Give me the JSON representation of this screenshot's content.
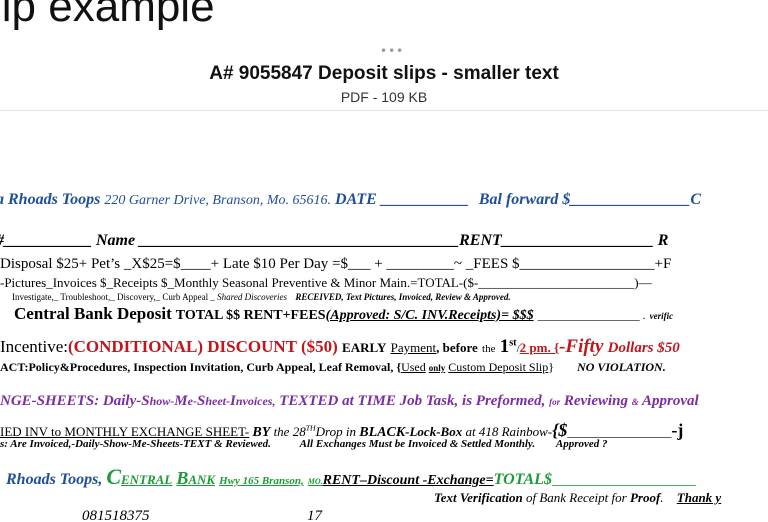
{
  "viewer": {
    "background_title": "lip example",
    "more_dots": "•••",
    "document_title": "A# 9055847 Deposit slips - smaller text",
    "document_meta": "PDF - 109 KB"
  },
  "doc": {
    "line1": {
      "name": "a Rhoads Toops",
      "address": "220 Garner Drive, Branson, Mo. 65616.",
      "date_label": "DATE ___________",
      "bal_label": "Bal forward $_______________C"
    },
    "line2": {
      "a": "#___________ Name ________________________________________",
      "b": "RENT",
      "c": "___________________ R"
    },
    "line3": "Disposal $25+ Pet’s _X$25=$____+ Late $10 Per Day =$___ +  _________~ _FEES $__________________+F",
    "line4": "-Pictures_Invoices $_Receipts $_Monthly Seasonal Preventive & Minor Main.=TOTAL-($-________________________)—",
    "line5": {
      "a": "Investigate,_ Troubleshoot,_ Discovery,_ Curb Appeal _",
      "b": "Shared Discoveries",
      "c": "RECEIVED, Text Pictures, Invoiced, Review & Approved."
    },
    "line6": {
      "a": "Central Bank Deposit",
      "b": "TOTAL $$ RENT+FEES",
      "c": "(Approved: S/C. INV.Receipts)= $$$",
      "d": "_________________ .",
      "e": "verific"
    },
    "line7": {
      "a": "Incentive:",
      "b": "(CONDITIONAL) DISCOUNT ($50)",
      "c": "EARLY",
      "d": "Payment",
      "e": ", before",
      "f": "the",
      "g": "1",
      "h": "st",
      "i": "/",
      "j": "2 pm. {",
      "k": "-Fifty",
      "l": "Dollars $50"
    },
    "line8": {
      "a": "ACT:Policy&Procedures,  Inspection Invitation,  Curb Appeal,  Leaf Removal, {",
      "b": "Used",
      "c": "only",
      "d": "Custom Deposit Slip",
      "e": "}",
      "f": "NO VIOLATION."
    },
    "line9": {
      "a": "NGE-SHEETS: Daily-",
      "b": "S",
      "c": "how-",
      "d": "M",
      "e": "e-",
      "f": "S",
      "g": "heet-",
      "h": "I",
      "i": "nvoices,",
      "j": "TEXTED at TIME Job Task, is Preformed,",
      "k": "for",
      "l": "Reviewing",
      "m": "&",
      "n": "Approval"
    },
    "line10": {
      "a": "IED INV to MONTHLY EXCHANGE SHEET-",
      "b": "BY",
      "c": "the 28",
      "d": "TH",
      "e": "Drop in",
      "f": "BLACK",
      "g": "-Lock-Box",
      "h": "at 418 Rainbow-",
      "i": "{$",
      "j": "________________",
      "k": "-j"
    },
    "line11": {
      "a": "s: Are Invoiced,-Daily-Show-Me-Sheets-TEXT & Reviewed.",
      "b": "All Exchanges Must be Invoiced & Settled Monthly.",
      "c": "Approved ?"
    },
    "line12": {
      "a": "Rhoads Toops,",
      "b": "C",
      "c": "ENTRAL",
      "d": "B",
      "e": "ANK",
      "f": "Hwy 165 Branson,",
      "g": "MO.",
      "h": "RENT–Discount -Exchange=",
      "i": "TOTAL$",
      "j": "__________________"
    },
    "line13": {
      "a": "Text Verification",
      "b": "of Bank Receipt for",
      "c": "Proof",
      "d": ".",
      "e": "Thank y"
    },
    "line14": {
      "a": "081518375",
      "b": "17"
    }
  }
}
